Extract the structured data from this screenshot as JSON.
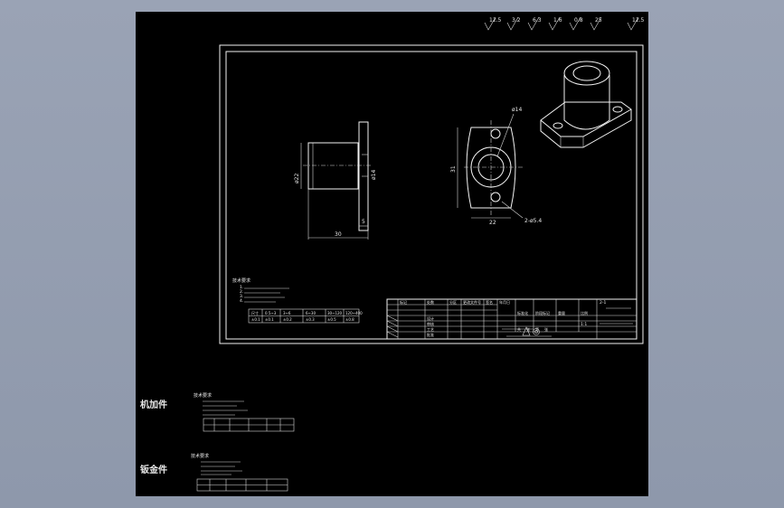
{
  "sheet": {
    "roughness_symbols": [
      "12.5",
      "3.2",
      "6.3",
      "1.6",
      "0.8",
      "25",
      "12.5"
    ],
    "dimensions": {
      "length_30": "30",
      "flange_thickness": "5",
      "outer_diameter": "ø22",
      "bore_diameter": "ø14",
      "height_31": "31",
      "width_22": "22",
      "hole_spec": "2-ø5.4",
      "hole_callout": "ø14"
    },
    "tech_req_heading": "技术要求",
    "tech_req_lines": [
      "1.",
      "2.",
      "3.",
      "4."
    ],
    "tolerance_table": {
      "headers": [
        "尺寸",
        "0.5~3",
        "3~6",
        "6~30",
        "30~120",
        "120~400"
      ],
      "values": [
        "±0.1",
        "±0.1",
        "±0.2",
        "±0.3",
        "±0.5",
        "±0.8"
      ]
    },
    "title_block": {
      "col_labels": [
        "标记",
        "处数",
        "分区",
        "更改文件号",
        "签名",
        "年月日"
      ],
      "row_labels": [
        "设计",
        "审核",
        "工艺",
        "批准"
      ],
      "misc": [
        "标准化",
        "阶段标记",
        "重量",
        "比例",
        "共",
        "张",
        "第",
        "张"
      ],
      "drawing_no": "2-1",
      "scale": "1:1"
    },
    "bottom_notes": [
      {
        "label": "机加件",
        "heading": "技术要求"
      },
      {
        "label": "钣金件",
        "heading": "技术要求"
      }
    ]
  }
}
